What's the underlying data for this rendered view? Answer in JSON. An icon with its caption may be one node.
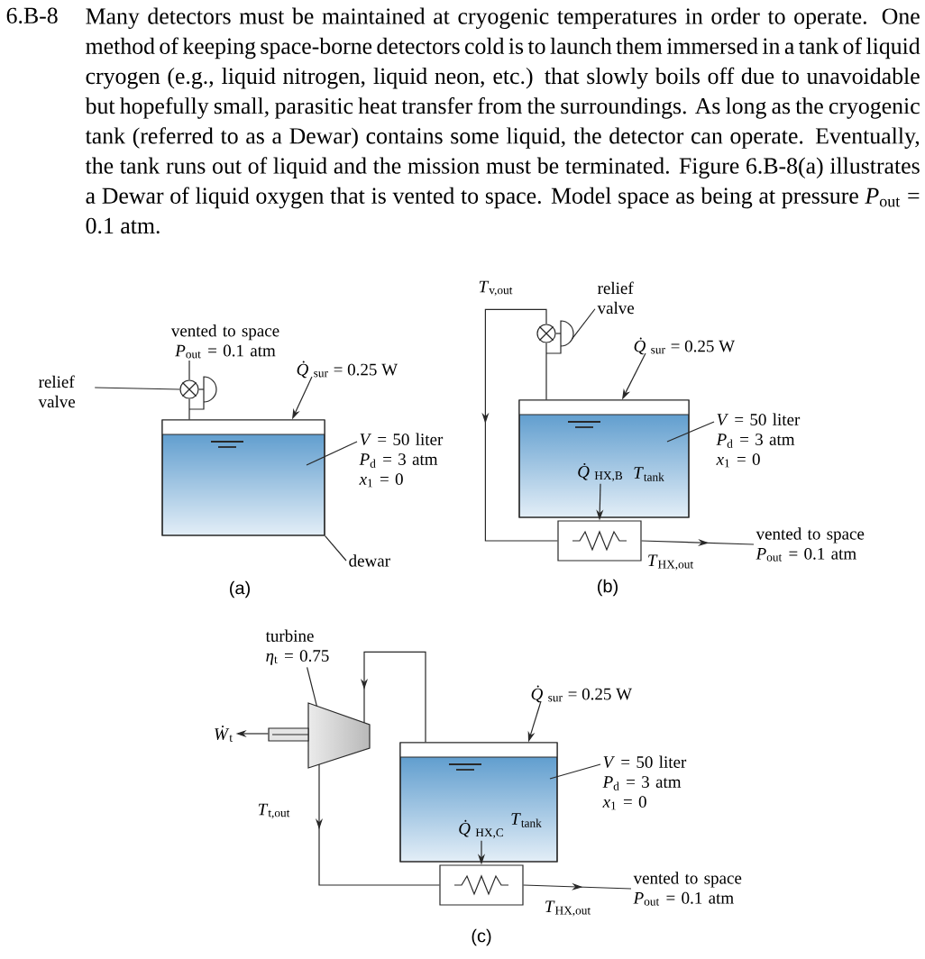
{
  "diagram": {
    "nodes": [
      {
        "text": [
          "vented to space *P*$_{out}$ = 0.1 atm"
        ]
      },
      {
        "text": [
          "relief valve"
        ]
      },
      {
        "text": [],
        "shape": "valve"
      },
      {
        "text": [
          "*Q̇*$_{sur}$ = 0.25 W"
        ]
      },
      {
        "text": [],
        "shape": "box"
      },
      {
        "text": [
          "*V* = 50 liter *P*$_{d}$ = 3 atm *x*$_{1}$ = 0"
        ]
      },
      {
        "text": [
          "dewar"
        ]
      },
      {
        "text": [
          "relief valve"
        ]
      },
      {
        "text": [],
        "shape": "valve",
        "beside": [
          "*T*$_{v,out}$"
        ]
      },
      {
        "text": [
          "*T*$_{tank}$"
        ]
      },
      {
        "text": [
          "*Q̇*$_{HX,B}$"
        ],
        "in": 9
      },
      {
        "text": [
          "*Q̇*$_{sur}$ = 0.25 W"
        ]
      },
      {
        "text": [
          "*V* = 50 liter *P*$_{d}$ = 3 atm *x*$_{1}$ = 0"
        ]
      },
      {
        "text": [],
        "shape": "box",
        "beside": [
          "*T*$_{HX,out}$"
        ]
      },
      {
        "text": [
          "vented to space *P*$_{out}$ = 0.1 atm"
        ]
      },
      {
        "text": [
          "turbine *η*$_{t}$ = 0.75"
        ]
      },
      {
        "text": [],
        "shape": "turbine",
        "beside": [
          "*T*$_{t,out}$"
        ]
      },
      {
        "text": [
          "*Ẇ*$_{t}$"
        ]
      },
      {
        "text": [
          "*T*$_{tank}$"
        ]
      },
      {
        "text": [
          "*Q̇*$_{HX,C}$"
        ],
        "in": 18
      },
      {
        "text": [
          "*Q̇*$_{sur}$ = 0.25 W"
        ]
      },
      {
        "text": [
          "*V* = 50 liter *P*$_{d}$ = 3 atm *x*$_{1}$ = 0"
        ]
      },
      {
        "text": [],
        "shape": "box",
        "beside": [
          "*T*$_{HX,out}$"
        ]
      },
      {
        "text": [
          "vented to space *P*$_{out}$ = 0.1 atm"
        ]
      }
    ],
    "edges": [
      {
        "from": 2,
        "to": 0,
        "arrow": "none"
      },
      {
        "from": 1,
        "to": 2,
        "arrow": "none"
      },
      {
        "from": 4,
        "to": 2,
        "arrow": "none"
      },
      {
        "from": 3,
        "to": 4,
        "arrow": "to"
      },
      {
        "from": 5,
        "to": 4,
        "arrow": "none"
      },
      {
        "from": 6,
        "to": 4,
        "arrow": "none"
      },
      {
        "from": 7,
        "to": 8,
        "arrow": "none"
      },
      {
        "from": 9,
        "to": 8,
        "arrow": "none"
      },
      {
        "from": 8,
        "to": 13,
        "arrow": "to"
      },
      {
        "from": 11,
        "to": 9,
        "arrow": "to"
      },
      {
        "from": 12,
        "to": 9,
        "arrow": "none"
      },
      {
        "from": 10,
        "to": 13,
        "arrow": "to"
      },
      {
        "from": 13,
        "to": 14,
        "arrow": "to"
      },
      {
        "from": 15,
        "to": 16,
        "arrow": "none"
      },
      {
        "from": 18,
        "to": 16,
        "arrow": "to"
      },
      {
        "from": 16,
        "to": 17,
        "arrow": "to"
      },
      {
        "from": 16,
        "to": 22,
        "arrow": "to"
      },
      {
        "from": 20,
        "to": 18,
        "arrow": "to"
      },
      {
        "from": 21,
        "to": 18,
        "arrow": "none"
      },
      {
        "from": 19,
        "to": 22,
        "arrow": "to"
      },
      {
        "from": 22,
        "to": 23,
        "arrow": "to"
      }
    ],
    "labels": [
      "6.B-8",
      "Many detectors must be maintained at cryogenic temperatures in order to operate. One method of keeping space-borne detectors cold is to launch them immersed in a tank of liquid cryogen (e.g., liquid nitrogen, liquid neon, etc.) that slowly boils off due to unavoidable but hopefully small, parasitic heat transfer from the surroundings. As long as the cryogenic tank (referred to as a Dewar) contains some liquid, the detector can operate. Eventually, the tank runs out of liquid and the mission must be terminated. Figure 6.B-8(a) illustrates a Dewar of liquid oxygen that is vented to space. Model space as being at pressure *P*$_{out}$ = 0.1 atm.",
      "(a)",
      "(b)",
      "(c)"
    ]
  }
}
